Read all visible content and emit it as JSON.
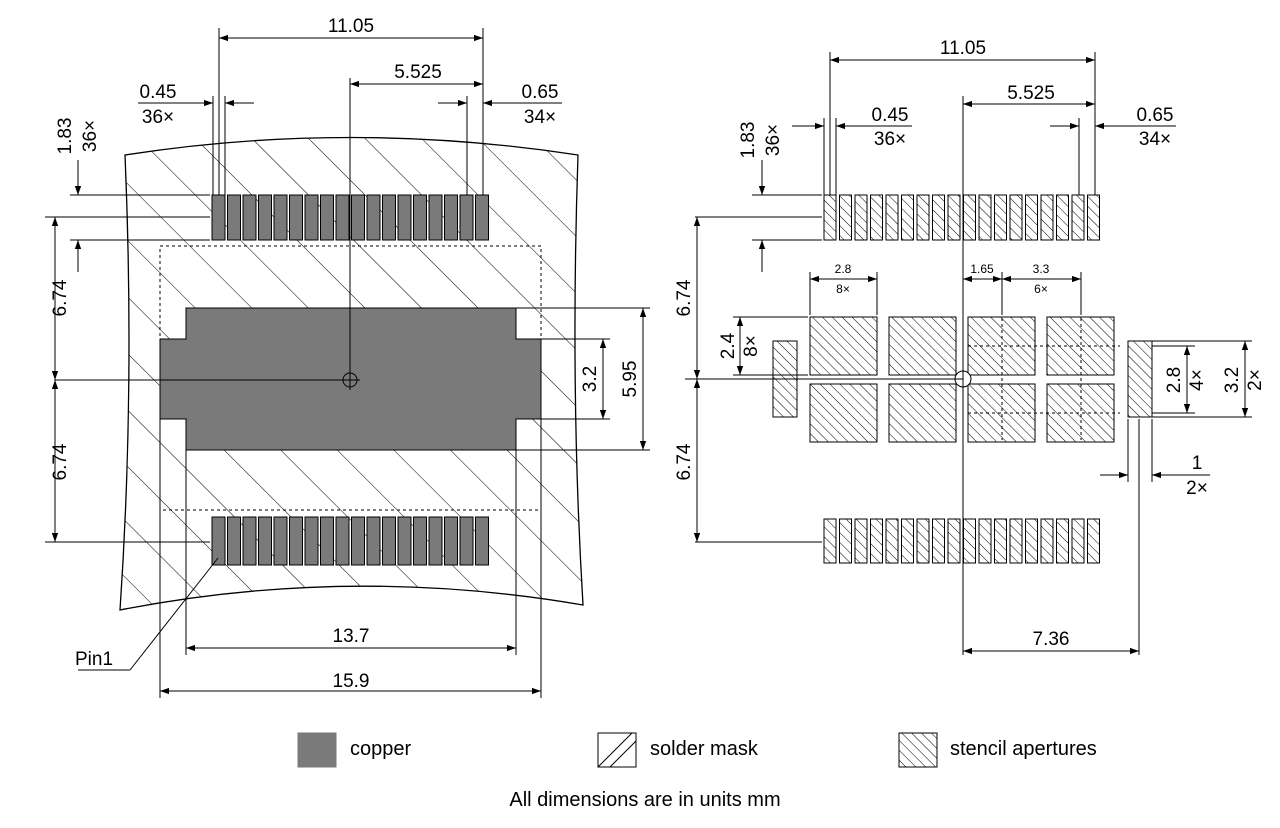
{
  "left_view": {
    "dims": {
      "overall_width": "11.05",
      "half_width": "5.525",
      "pad_width": "0.45",
      "pad_count_a": "36×",
      "pitch": "0.65",
      "pitch_count": "34×",
      "pad_length": "1.83",
      "pad_length_count": "36×",
      "row_offset_top": "6.74",
      "row_offset_bottom": "6.74",
      "tab_height": "3.2",
      "body_height": "5.95",
      "body_length": "13.7",
      "tab_length": "15.9"
    },
    "pin1_label": "Pin1"
  },
  "right_view": {
    "dims": {
      "overall_width": "11.05",
      "half_width": "5.525",
      "pad_width": "0.45",
      "pad_count_a": "36×",
      "pitch": "0.65",
      "pitch_count": "34×",
      "pad_length": "1.83",
      "pad_length_count": "36×",
      "row_offset_top": "6.74",
      "row_offset_bottom": "6.74",
      "aperture_pitch": "2.8",
      "aperture_pitch_count": "8×",
      "center_gap": "1.65",
      "aperture_width": "3.3",
      "aperture_width_count": "6×",
      "aperture_height": "2.4",
      "aperture_height_count": "8×",
      "tab_aperture_inner": "2.8",
      "tab_aperture_inner_count": "4×",
      "tab_aperture_outer": "3.2",
      "tab_aperture_outer_count": "2×",
      "tab_aperture_width": "1",
      "tab_aperture_width_count": "2×",
      "tab_offset": "7.36"
    }
  },
  "legend": {
    "copper": "copper",
    "solder_mask": "solder mask",
    "stencil": "stencil apertures"
  },
  "footer_note": "All dimensions are in units mm"
}
